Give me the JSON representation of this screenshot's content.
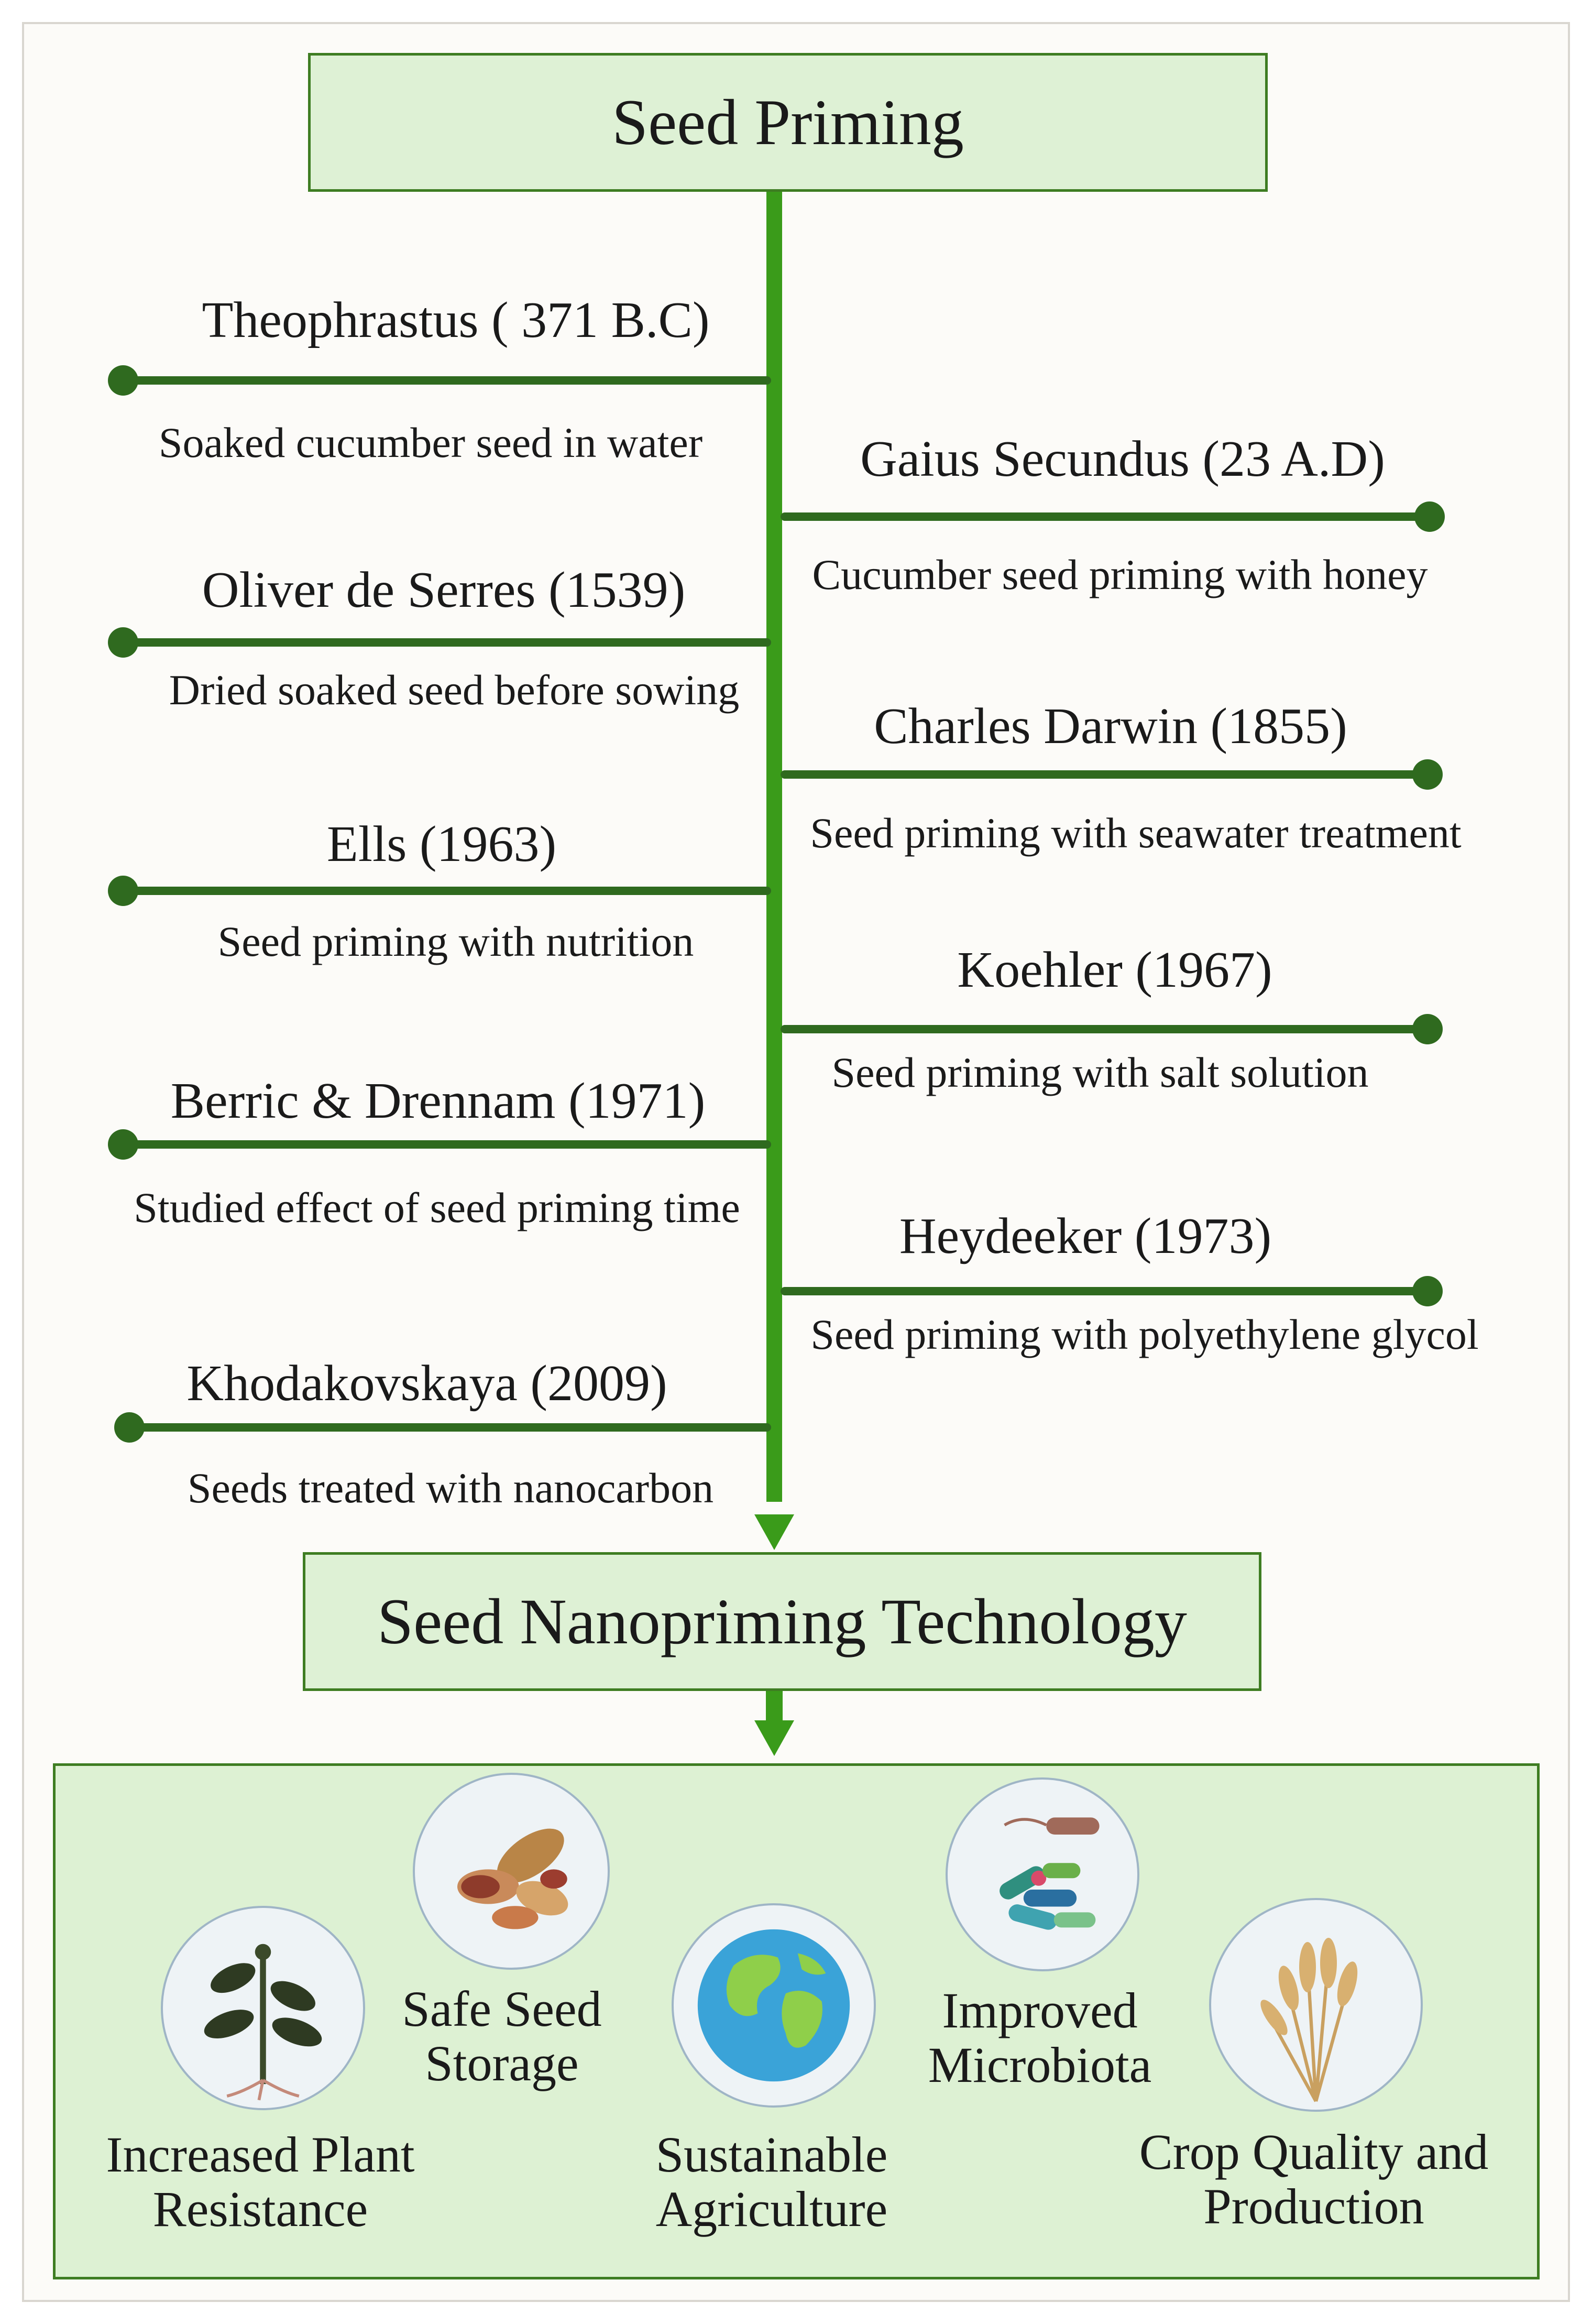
{
  "title_top": "Seed Priming",
  "title_bottom": "Seed Nanopriming Technology",
  "timeline": {
    "left": [
      {
        "name": "Theophrastus ( 371 B.C)",
        "desc": "Soaked cucumber seed in water"
      },
      {
        "name": "Oliver de Serres (1539)",
        "desc": "Dried soaked seed  before sowing"
      },
      {
        "name": "Ells (1963)",
        "desc": "Seed priming with nutrition"
      },
      {
        "name": "Berric & Drennam (1971)",
        "desc": "Studied effect of seed priming time"
      },
      {
        "name": "Khodakovskaya  (2009)",
        "desc": "Seeds treated with nanocarbon"
      }
    ],
    "right": [
      {
        "name": "Gaius Secundus (23 A.D)",
        "desc": "Cucumber seed priming with honey"
      },
      {
        "name": "Charles Darwin (1855)",
        "desc": "Seed priming with seawater treatment"
      },
      {
        "name": "Koehler (1967)",
        "desc": "Seed priming with salt solution"
      },
      {
        "name": "Heydeeker (1973)",
        "desc": "Seed priming with polyethylene glycol"
      }
    ]
  },
  "benefits": [
    {
      "line1": "Increased Plant",
      "line2": "Resistance",
      "icon": "plant-icon"
    },
    {
      "line1": "Safe Seed",
      "line2": "Storage",
      "icon": "seeds-icon"
    },
    {
      "line1": "Sustainable",
      "line2": "Agriculture",
      "icon": "globe-icon"
    },
    {
      "line1": "Improved",
      "line2": "Microbiota",
      "icon": "bacteria-icon"
    },
    {
      "line1": "Crop Quality and",
      "line2": "Production",
      "icon": "wheat-icon"
    }
  ],
  "colors": {
    "box_fill": "#def1d5",
    "box_border": "#3e7d22",
    "spine": "#3a9b1a",
    "branch": "#2f6a1f"
  }
}
